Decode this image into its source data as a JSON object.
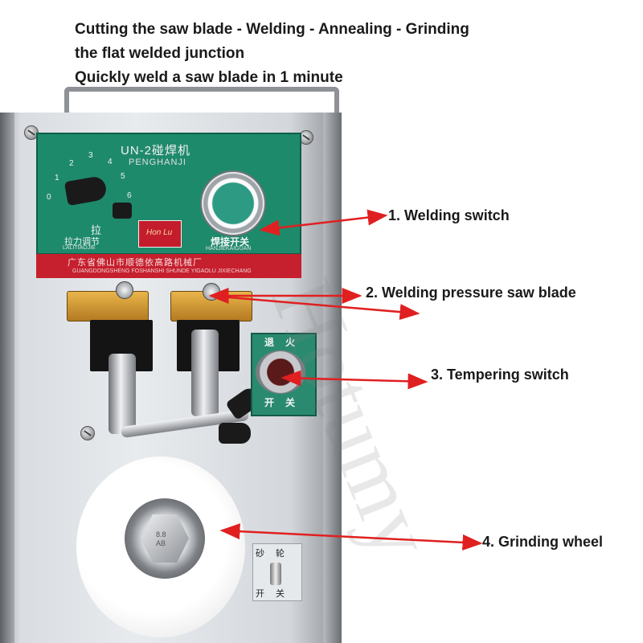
{
  "header": {
    "lines": [
      "Cutting the saw blade - Welding - Annealing - Grinding",
      "the flat welded junction",
      "Quickly weld a saw blade in 1 minute"
    ]
  },
  "panel": {
    "model": "UN-2碰焊机",
    "model_pinyin": "PENGHANJI",
    "dial_ticks": [
      "0",
      "1",
      "2",
      "3",
      "4",
      "5",
      "6"
    ],
    "pull_char": "拉",
    "dial_label": "拉力调节",
    "dial_pinyin": "LALITIAOJIE",
    "weld_label": "焊接开关",
    "weld_pinyin": "HANJIEKAIGUAN",
    "brand": "Hon Lu",
    "maker_cn": "广东省佛山市顺德依高路机械厂",
    "maker_en": "GUANGDONGSHENG FOSHANSHI SHUNDE YIGAOLU JIXIECHANG"
  },
  "tempering_plate": {
    "top": "退火",
    "bottom": "开关"
  },
  "grinding_plate": {
    "top": "砂轮",
    "bottom": "开关"
  },
  "bolt_marks": [
    "8.8",
    "AB"
  ],
  "watermark": "Hotumy",
  "callouts": [
    "1. Welding switch",
    "2. Welding pressure saw blade",
    "3. Tempering switch",
    "4. Grinding wheel"
  ],
  "colors": {
    "panel_green": "#1e8a6c",
    "maker_red": "#c61f2e",
    "arrow_red": "#e02020",
    "clamp_brass": "#d9a23e"
  }
}
